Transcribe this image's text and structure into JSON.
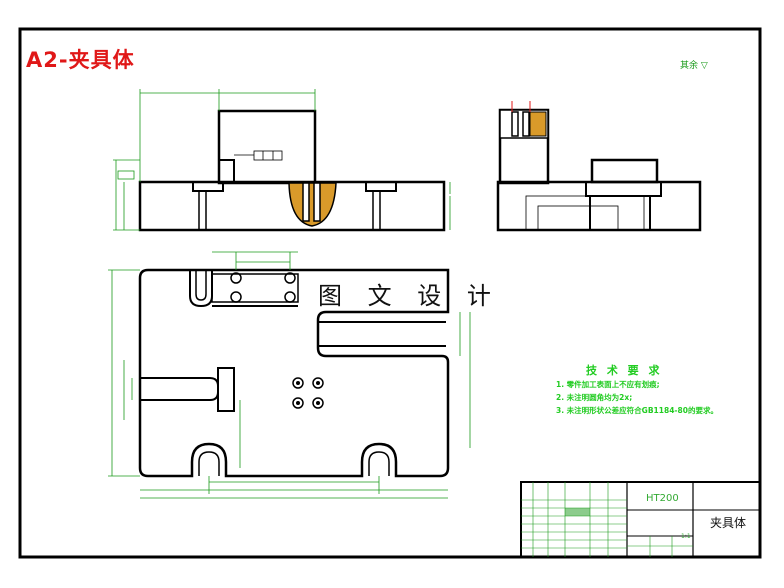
{
  "drawing": {
    "title": "A2-夹具体",
    "watermark": "图 文 设 计",
    "surface_finish_note": "其余 ▽",
    "technical_requirements": {
      "heading": "技 术 要 求",
      "items": [
        "1. 零件加工表面上不应有划痕;",
        "2. 未注明圆角均为2x;",
        "3. 未注明形状公差应符合GB1184-80的要求。"
      ]
    },
    "title_block": {
      "material": "HT200",
      "part_name": "夹具体",
      "scale": "1:1"
    }
  },
  "colors": {
    "outline": "#000000",
    "dimension": "#1a9a1a",
    "title": "#e01818",
    "notes": "#22cc22"
  }
}
